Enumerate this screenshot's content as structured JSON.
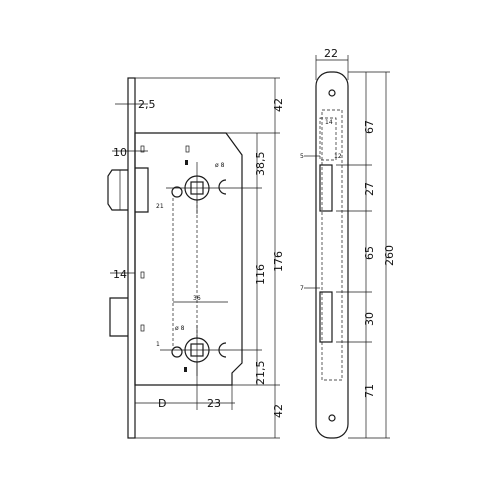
{
  "left_view": {
    "dims": {
      "d_2_5": "2,5",
      "d_10": "10",
      "d_14": "14",
      "d_42_top": "42",
      "d_38_5": "38,5",
      "d_176": "176",
      "d_116": "116",
      "d_21_5": "21,5",
      "d_42_bottom": "42",
      "d_D": "D",
      "d_23": "23",
      "d_36": "36",
      "d_21": "21",
      "d_phi8_a": "ø 8",
      "d_phi8_b": "ø 8",
      "d_1": "1"
    }
  },
  "right_view": {
    "dims": {
      "d_22": "22",
      "d_14": "14",
      "d_12": "12",
      "d_5": "5",
      "d_7": "7",
      "d_67": "67",
      "d_27": "27",
      "d_65": "65",
      "d_30": "30",
      "d_71": "71",
      "d_260": "260"
    }
  }
}
